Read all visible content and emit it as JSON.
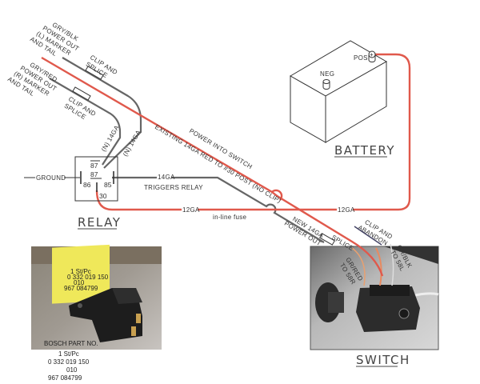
{
  "wires": {
    "gry_blk_label": [
      "GRY/BLK",
      "POWER OUT",
      "(L) MARKER",
      "AND TAIL"
    ],
    "gry_red_label": [
      "GRY/RED",
      "POWER OUT",
      "(R) MARKER",
      "AND TAIL"
    ],
    "clip_splice_1": [
      "CLIP AND",
      "SPLICE"
    ],
    "clip_splice_2": [
      "CLIP AND",
      "SPLICE"
    ],
    "n14ga_1": "(N) 14GA",
    "n14ga_2": "(N) 14GA",
    "existing": "EXISTING 14GA RED TO #30 POST (NO CLIP)",
    "power_into_switch": "POWER INTO SWITCH",
    "ground": "GROUND",
    "trigger_gauge": "14GA",
    "triggers_relay": "TRIGGERS RELAY",
    "gauge_12_left": "12GA",
    "gauge_12_right": "12GA",
    "inline_fuse": "in-line fuse",
    "new_power_out": [
      "NEW 14GA",
      "POWER OUT"
    ],
    "splice": "SPLICE",
    "clip_abandon": [
      "CLIP AND",
      "ABANDON"
    ],
    "gr_red": [
      "GR/RED",
      "TO 58R"
    ],
    "gr_blk": [
      "GR/BLK",
      "TO 58L"
    ]
  },
  "relay": {
    "title": "RELAY",
    "pins": {
      "p87a": "87",
      "p87": "87",
      "p86": "86",
      "p85": "85",
      "p30": "30"
    }
  },
  "battery": {
    "title": "BATTERY",
    "neg": "NEG",
    "pos": "POS",
    "plus": "+"
  },
  "switch": {
    "title": "SWITCH"
  },
  "relay_photo": {
    "caption": "BOSCH PART NO.",
    "box_text": [
      "1 St/Pc",
      "0 332 019 150",
      "010",
      "967 084799"
    ]
  },
  "part_number": [
    "1 St/Pc",
    "0  332  019  150",
    "010",
    "967        084799"
  ],
  "colors": {
    "red_wire": "#e0594c",
    "gray_wire": "#666666"
  }
}
